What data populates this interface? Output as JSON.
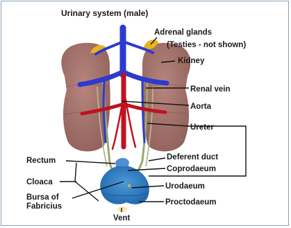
{
  "title": "Urinary system (male)",
  "labels": {
    "adrenal_glands": "Adrenal glands",
    "testies_note": "(Testies - not shown)",
    "kidney": "Kidney",
    "renal_vein": "Renal vein",
    "aorta": "Aorta",
    "ureter": "Ureter",
    "deferent_duct": "Deferent duct",
    "rectum": "Rectum",
    "coprodaeum": "Coprodaeum",
    "cloaca": "Cloaca",
    "urodaeum": "Urodaeum",
    "bursa_line1": "Bursa of",
    "bursa_line2": "Fabricius",
    "proctodaeum": "Proctodaeum",
    "vent": "Vent"
  },
  "colors": {
    "kidney": "#a0706a",
    "adrenal": "#e8b41e",
    "vein": "#2d3ad0",
    "aorta": "#c0121e",
    "ureter": "#9aa86a",
    "cloaca": "#2d7fc8",
    "leader": "#111111"
  }
}
